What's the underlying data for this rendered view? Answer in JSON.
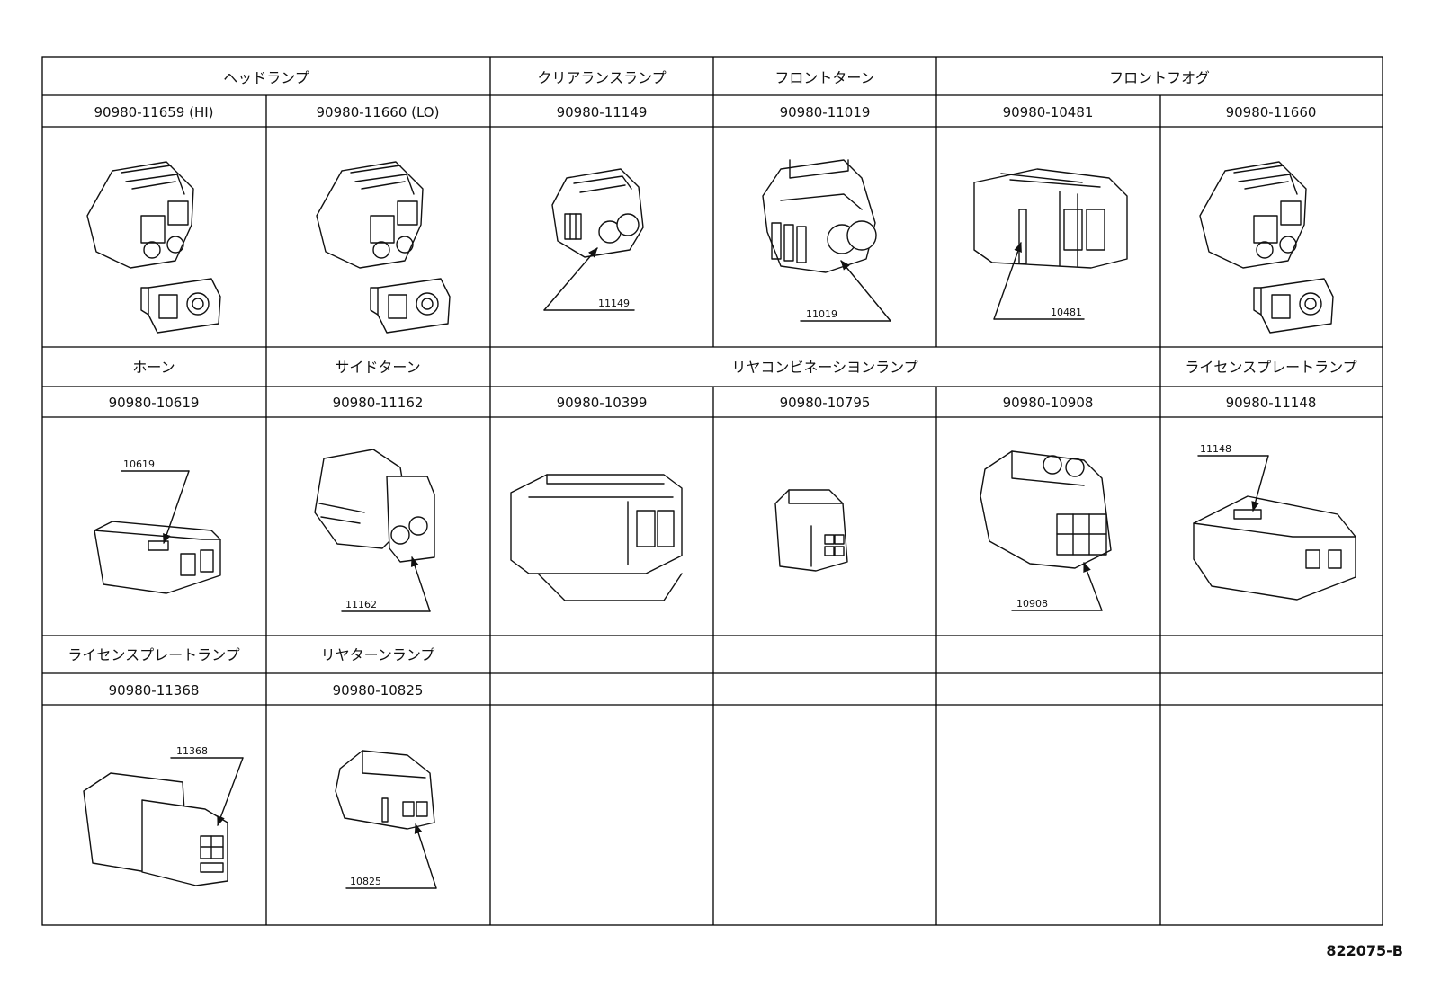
{
  "headers": {
    "headlamp": "ヘッドランプ",
    "clearance_lamp": "クリアランスランプ",
    "front_turn": "フロントターン",
    "front_fog": "フロントフオグ",
    "horn": "ホーン",
    "side_turn": "サイドターン",
    "rear_combination_lamp": "リヤコンビネーシヨンランプ",
    "license_plate_lamp_1": "ライセンスプレートランプ",
    "license_plate_lamp_2": "ライセンスプレートランプ",
    "rear_turn_lamp": "リヤターンランプ"
  },
  "part_numbers": {
    "r1c1": "90980-11659 (HI)",
    "r1c2": "90980-11660 (LO)",
    "r1c3": "90980-11149",
    "r1c4": "90980-11019",
    "r1c5": "90980-10481",
    "r1c6": "90980-11660",
    "r2c1": "90980-10619",
    "r2c2": "90980-11162",
    "r2c3": "90980-10399",
    "r2c4": "90980-10795",
    "r2c5": "90980-10908",
    "r2c6": "90980-11148",
    "r3c1": "90980-11368",
    "r3c2": "90980-10825"
  },
  "callouts": {
    "c11149": "11149",
    "c11019": "11019",
    "c10481": "10481",
    "c10619": "10619",
    "c11162": "11162",
    "c10908": "10908",
    "c11148": "11148",
    "c11368": "11368",
    "c10825": "10825"
  },
  "document_id": "822075-B"
}
